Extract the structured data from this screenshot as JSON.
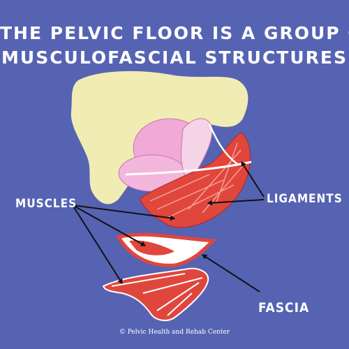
{
  "title": {
    "line1": "THE PELVIC FLOOR IS A GROUP OF",
    "line2": "MUSCULOFASCIAL STRUCTURES"
  },
  "labels": {
    "muscles": "MUSCLES",
    "ligaments": "LIGAMENTS",
    "fascia": "FASCIA"
  },
  "credit": "© Pelvic Health and Rehab Center",
  "colors": {
    "background": "#5663b3",
    "bone": "#f1ecb4",
    "organ": "#f1a9d6",
    "muscle": "#e0463c",
    "fascia": "#ffffff",
    "arrow": "#111111"
  }
}
